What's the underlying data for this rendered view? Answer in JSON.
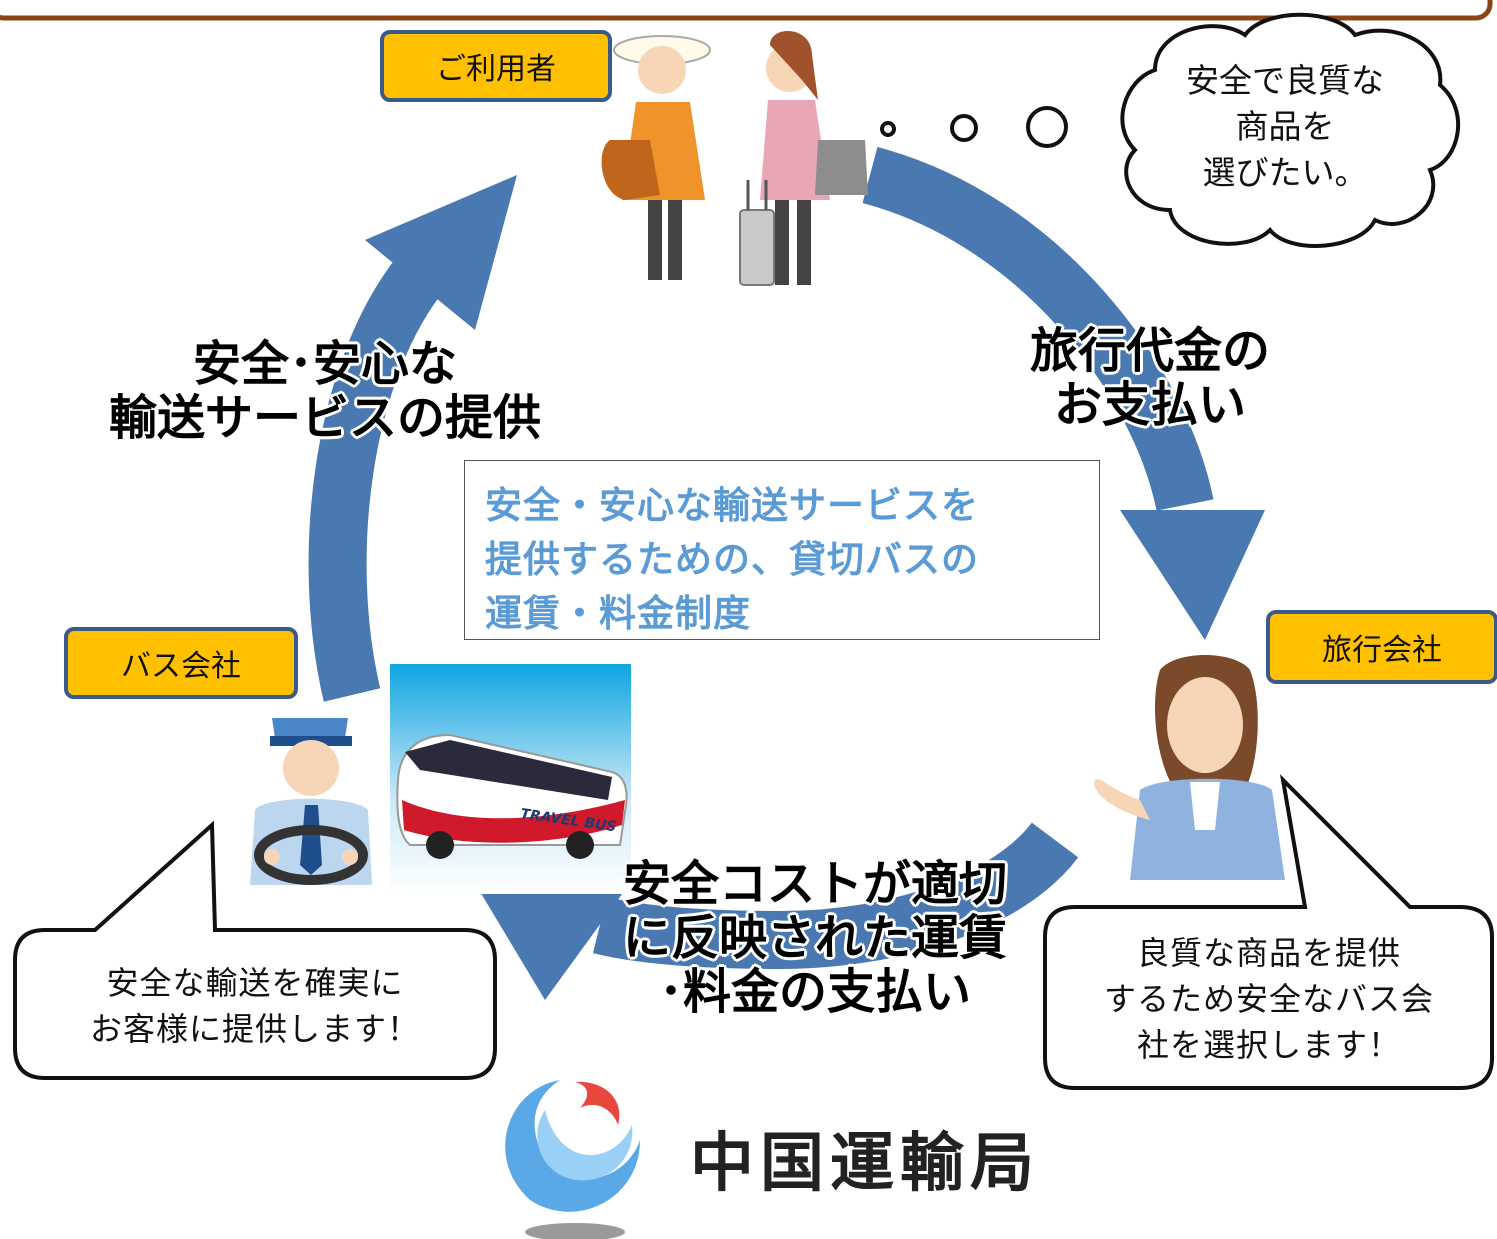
{
  "roles": {
    "customer": "ご利用者",
    "bus_company": "バス会社",
    "travel_agency": "旅行会社"
  },
  "flows": {
    "service_line1": "安全･安心な",
    "service_line2": "輸送サービスの提供",
    "payment_line1": "旅行代金の",
    "payment_line2": "お支払い",
    "fare_line1": "安全コストが適切",
    "fare_line2": "に反映された運賃",
    "fare_line3": "･料金の支払い"
  },
  "center": {
    "line1": "安全・安心な輸送サービスを",
    "line2": "提供するための、貸切バスの",
    "line3": "運賃・料金制度"
  },
  "thought": {
    "line1": "安全で良質な",
    "line2": "商品を",
    "line3": "選びたい。"
  },
  "bus_speech": {
    "line1": "安全な輸送を確実に",
    "line2": "お客様に提供します！"
  },
  "agency_speech": {
    "line1": "良質な商品を提供",
    "line2": "するため安全なバス会",
    "line3": "社を選択します！"
  },
  "bus_sign": "TRAVEL BUS",
  "logo": {
    "name": "中国運輸局"
  },
  "colors": {
    "arrow": "#4a78b0",
    "label_fill": "#ffc000",
    "label_border": "#3a5a8a",
    "center_text": "#5b9bd5"
  }
}
